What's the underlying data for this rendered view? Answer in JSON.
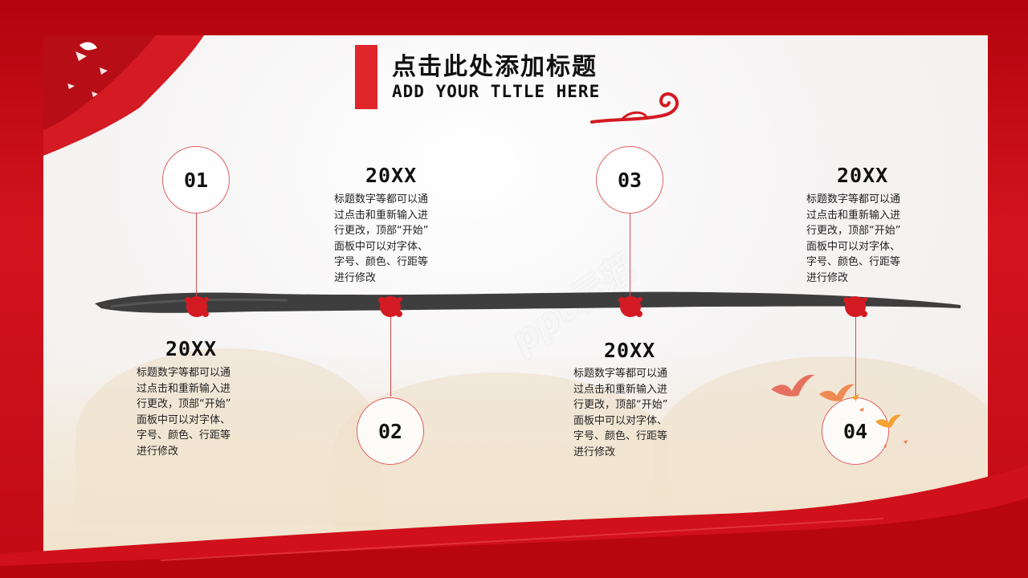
{
  "slide": {
    "title": "点击此处添加标题",
    "subtitle": "ADD YOUR TLTLE HERE",
    "watermark": "ppt示范"
  },
  "timeline": [
    {
      "number": "01",
      "year": "20XX",
      "text": "标题数字等都可以通\n过点击和重新输入进\n行更改，顶部“开始”\n面板中可以对字体、\n字号、颜色、行距等\n进行修改"
    },
    {
      "number": "02",
      "year": "20XX",
      "text": "标题数字等都可以通\n过点击和重新输入进\n行更改，顶部“开始”\n面板中可以对字体、\n字号、颜色、行距等\n进行修改"
    },
    {
      "number": "03",
      "year": "20XX",
      "text": "标题数字等都可以通\n过点击和重新输入进\n行更改，顶部“开始”\n面板中可以对字体、\n字号、颜色、行距等\n进行修改"
    },
    {
      "number": "04",
      "year": "20XX",
      "text": "标题数字等都可以通\n过点击和重新输入进\n行更改，顶部“开始”\n面板中可以对字体、\n字号、颜色、行距等\n进行修改"
    }
  ],
  "colors": {
    "accent": "#e0262a",
    "frame": "#c8101a",
    "brush": "#3e3e3e"
  }
}
